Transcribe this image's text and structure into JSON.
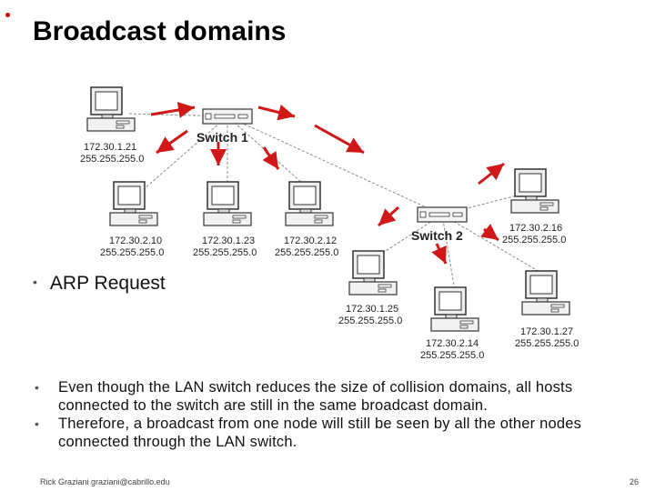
{
  "title": "Broadcast domains",
  "switches": [
    {
      "id": "sw1",
      "label": "Switch 1"
    },
    {
      "id": "sw2",
      "label": "Switch 2"
    }
  ],
  "hosts": [
    {
      "id": "h1",
      "ip": "172.30.1.21",
      "mask": "255.255.255.0"
    },
    {
      "id": "h2",
      "ip": "172.30.2.10",
      "mask": "255.255.255.0"
    },
    {
      "id": "h3",
      "ip": "172.30.1.23",
      "mask": "255.255.255.0"
    },
    {
      "id": "h4",
      "ip": "172.30.2.12",
      "mask": "255.255.255.0"
    },
    {
      "id": "h5",
      "ip": "172.30.2.16",
      "mask": "255.255.255.0"
    },
    {
      "id": "h6",
      "ip": "172.30.1.25",
      "mask": "255.255.255.0"
    },
    {
      "id": "h7",
      "ip": "172.30.2.14",
      "mask": "255.255.255.0"
    },
    {
      "id": "h8",
      "ip": "172.30.1.27",
      "mask": "255.255.255.0"
    }
  ],
  "arp_label": "ARP Request",
  "bullets": [
    "Even though the LAN switch reduces the size of collision domains, all hosts connected to the switch are still in the same broadcast domain.",
    "Therefore, a broadcast from one node will still be seen by all the other nodes connected through the LAN switch."
  ],
  "footer": {
    "author": "Rick Graziani  graziani@cabrillo.edu",
    "page": "26"
  },
  "colors": {
    "arrow": "#d01818",
    "link": "#8a8a8a",
    "bullet_accent": "#cc0000"
  }
}
